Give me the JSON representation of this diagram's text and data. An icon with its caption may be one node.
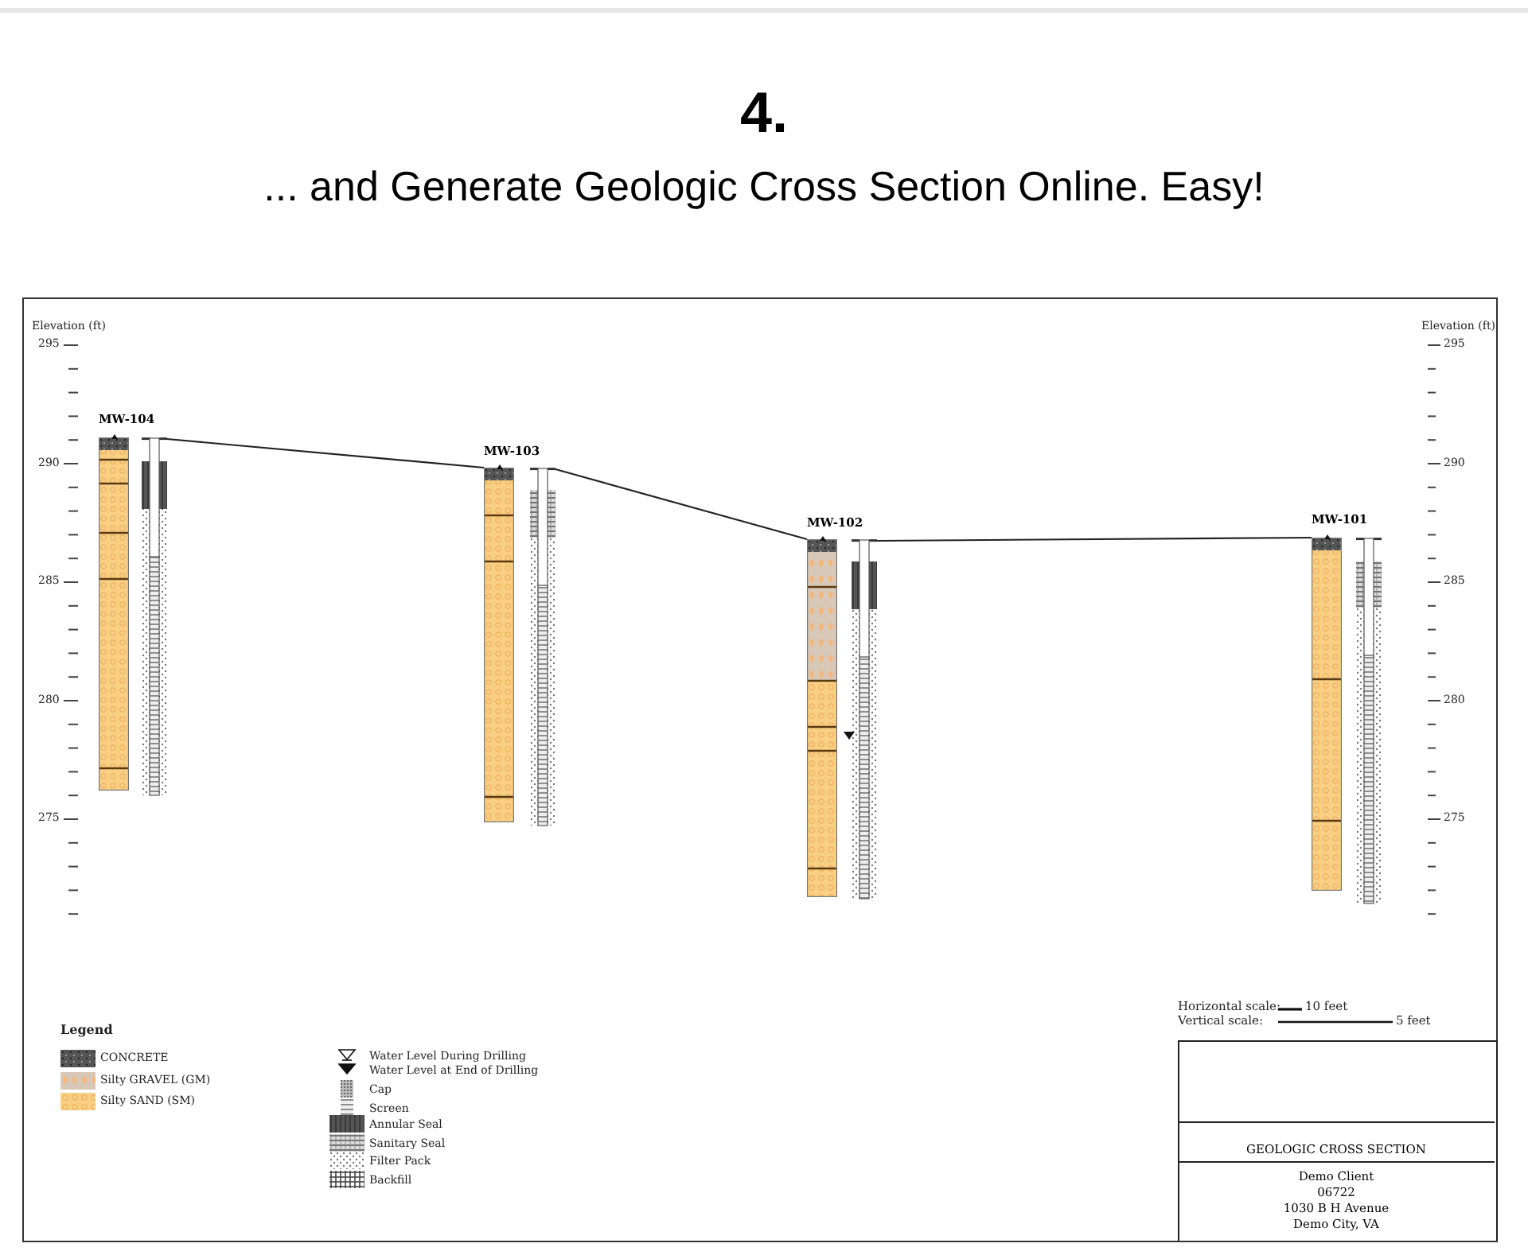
{
  "diagram": {
    "title": "4.",
    "nodes": [
      {
        "text": [
          "MW-104"
        ]
      },
      {
        "text": [
          "MW-103"
        ]
      },
      {
        "text": [
          "MW-102"
        ]
      },
      {
        "text": [
          "MW-101"
        ]
      },
      {
        "text": [
          "GEOLOGIC CROSS SECTION"
        ]
      },
      {
        "text": [
          "Demo Client",
          "06722",
          "1030 B H Avenue",
          "Demo City, VA"
        ]
      }
    ],
    "edges": [
      {
        "from": 0,
        "to": 1,
        "arrow": "none"
      },
      {
        "from": 1,
        "to": 2,
        "arrow": "none"
      },
      {
        "from": 2,
        "to": 3,
        "arrow": "none"
      }
    ],
    "labels": [
      "... and Generate Geologic Cross Section Online. Easy!",
      "Elevation (ft)",
      "Elevation (ft)",
      "295",
      "295",
      "290",
      "290",
      "285",
      "285",
      "280",
      "280",
      "275",
      "275",
      "Legend",
      "Horizontal scale:",
      "10 feet",
      "Vertical scale:",
      "5 feet"
    ],
    "legend": [
      {
        "text": "CONCRETE",
        "color": "#555555"
      },
      {
        "text": "Silty GRAVEL (GM)",
        "color": "#d8c8b8"
      },
      {
        "text": "Silty SAND (SM)",
        "color": "#f9cf84"
      },
      {
        "text": "Water Level During Drilling"
      },
      {
        "text": "Water Level at End of Drilling"
      },
      {
        "text": "Cap"
      },
      {
        "text": "Screen"
      },
      {
        "text": "Annular Seal"
      },
      {
        "text": "Sanitary Seal"
      },
      {
        "text": "Filter Pack"
      },
      {
        "text": "Backfill"
      }
    ]
  }
}
